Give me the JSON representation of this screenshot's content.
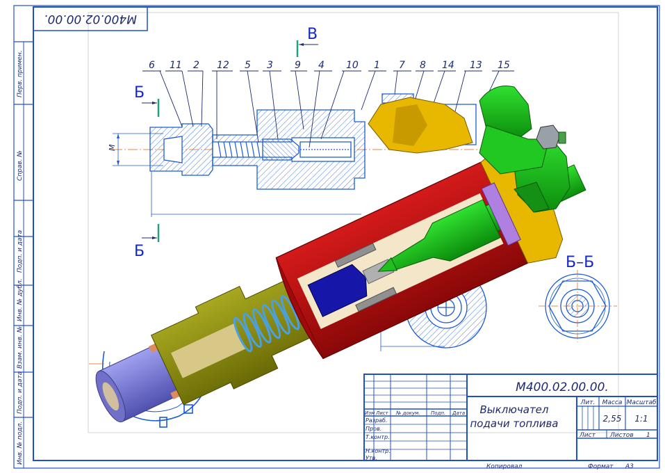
{
  "document": {
    "designation": "М400.02.00.00.",
    "designation_mirrored": "М400.02.00.00.",
    "title_line1": "Выключател",
    "title_line2": "подачи топлива",
    "mass": "2,55",
    "scale": "1:1",
    "format_label": "Формат",
    "format_value": "А3",
    "copied_label": "Копировал",
    "sheet_label": "Лист",
    "sheets_label": "Листов",
    "sheets_value": "1"
  },
  "title_block": {
    "col_headers": {
      "lit": "Лит.",
      "mass": "Масса",
      "scale": "Масштаб",
      "izm": "Изм",
      "list": "Лист",
      "doc_no": "№ докум.",
      "sign": "Подп.",
      "date": "Дата"
    },
    "roles": [
      "Разраб.",
      "Пров.",
      "Т.контр.",
      "Н.контр.",
      "Утв."
    ]
  },
  "side_stamp": {
    "labels": [
      "Перв. примен.",
      "Справ. №",
      "Подп. и дата",
      "Инв. № дубл.",
      "Взам. инв. №",
      "Подп. и дата",
      "Инв. № подл."
    ]
  },
  "section_labels": {
    "b_top": "Б",
    "b_bottom": "Б",
    "v": "В",
    "section_bb": "Б–Б",
    "dim_m": "М"
  },
  "callouts": [
    "6",
    "11",
    "2",
    "12",
    "5",
    "3",
    "9",
    "4",
    "10",
    "1",
    "7",
    "8",
    "14",
    "13",
    "15"
  ],
  "colors": {
    "line_blue": "#1a5ad8",
    "frame_blue": "#1f4fd0",
    "dark_red": "#b80d12",
    "olive": "#8a8a10",
    "yellow": "#e8b800",
    "green": "#1fbf1f",
    "purple": "#8080d8",
    "navy": "#1010a0"
  }
}
